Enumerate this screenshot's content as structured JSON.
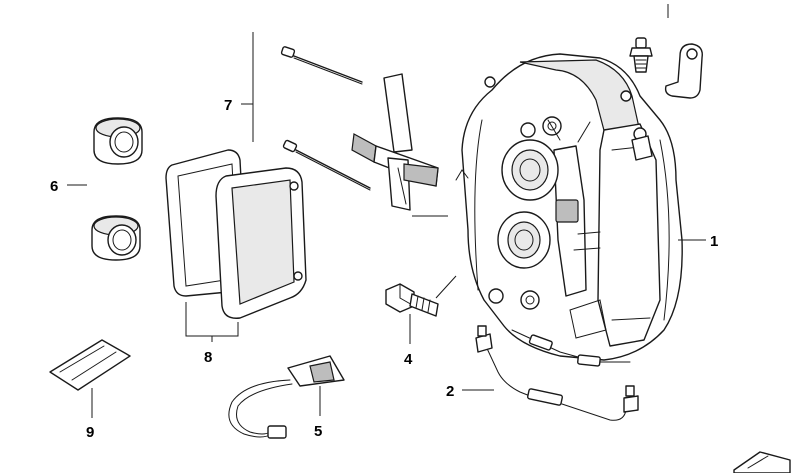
{
  "callouts": {
    "c1": "1",
    "c2": "2",
    "c4": "4",
    "c5": "5",
    "c6": "6",
    "c7": "7",
    "c8": "8",
    "c9": "9"
  },
  "colors": {
    "line": "#1a1a1a",
    "background": "#ffffff",
    "shade": "#e9e9e9"
  }
}
